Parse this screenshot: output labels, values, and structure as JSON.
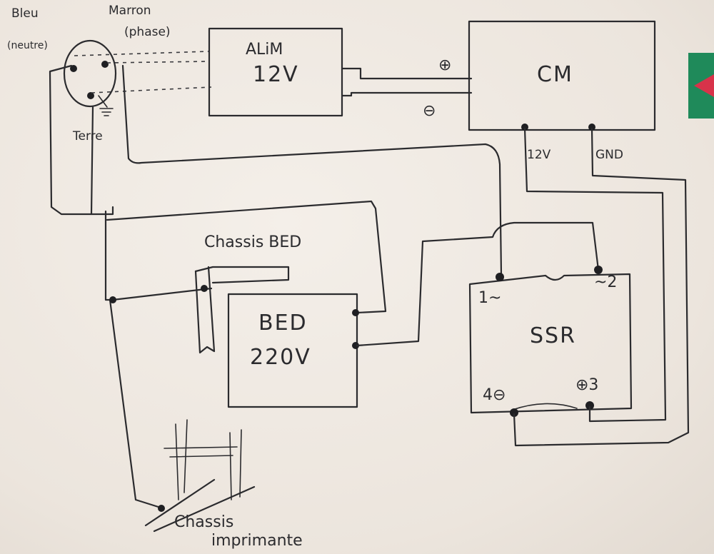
{
  "labels": {
    "bleu": "Bleu",
    "bleu_sub": "(neutre)",
    "marron": "Marron",
    "marron_sub": "(phase)",
    "terre": "Terre",
    "alim_line1": "ALiM",
    "alim_line2": "12V",
    "cm": "CM",
    "plus_sign": "⊕",
    "minus_sign": "⊖",
    "cm_12v": "12V",
    "cm_gnd": "GND",
    "chassis_bed": "Chassis BED",
    "bed_line1": "BED",
    "bed_line2": "220V",
    "ssr": "SSR",
    "ssr_pin1": "1~",
    "ssr_pin2": "~2",
    "ssr_pin4": "4⊖",
    "ssr_pin3": "⊕3",
    "chassis_imprimante_1": "Chassis",
    "chassis_imprimante_2": "imprimante"
  },
  "colors": {
    "ink": "#2b2b2e",
    "paper": "#efe9e2",
    "corner_green": "#1f8a5a",
    "corner_red": "#d8334a"
  },
  "icons": {
    "plug": "mains-plug-icon",
    "ground": "ground-symbol-icon",
    "corner": "corner-marker-icon"
  }
}
